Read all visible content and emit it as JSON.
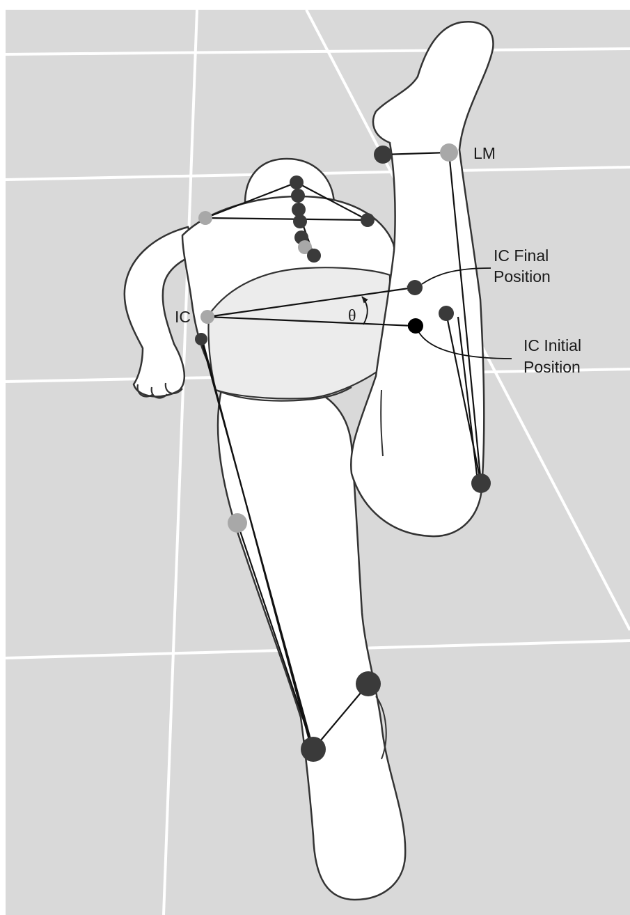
{
  "caption": "",
  "labels": {
    "lm": "LM",
    "ic": "IC",
    "theta": "θ",
    "ic_final_line1": "IC Final",
    "ic_final_line2": "Position",
    "ic_initial_line1": "IC Initial",
    "ic_initial_line2": "Position"
  },
  "colors": {
    "floor": "#d9d9d9",
    "grid": "#ffffff",
    "body_fill": "#ffffff",
    "pelvis_fill": "#ececec",
    "outline": "#333333",
    "marker_dark": "#3a3a3a",
    "marker_light": "#a8a8a8",
    "marker_black": "#000000"
  }
}
